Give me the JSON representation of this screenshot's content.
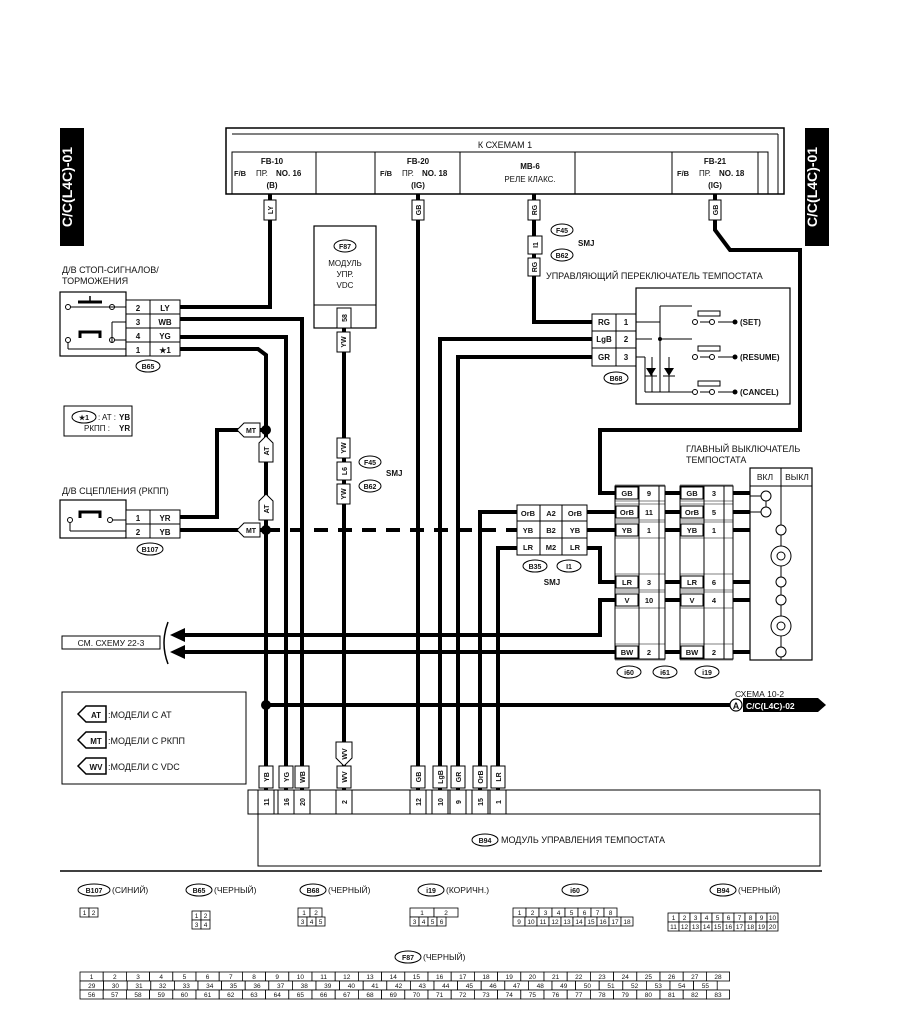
{
  "side_label_left": "C/C(L4C)-01",
  "side_label_right": "C/C(L4C)-01",
  "top_bar": {
    "title": "К СХЕМАМ 1",
    "fuses": [
      {
        "a": "F/B",
        "b": "FB-10",
        "c": "ПР.",
        "d": "NO. 16",
        "e": "(B)"
      },
      {
        "a": "F/B",
        "b": "FB-20",
        "c": "ПР.",
        "d": "NO. 18",
        "e": "(IG)"
      },
      {
        "b": "MB-6",
        "c": "РЕЛЕ КЛАКС.",
        "e": ""
      },
      {
        "a": "F/B",
        "b": "FB-21",
        "c": "ПР.",
        "d": "NO. 18",
        "e": "(IG)"
      }
    ]
  },
  "wire_tags": {
    "ly": "LY",
    "gb1": "GB",
    "rg": "RG",
    "gb2": "GB",
    "yw": "YW",
    "l6": "L6",
    "rg2": "RG",
    "i11": "I1"
  },
  "smj": {
    "f45_top": "F45",
    "b62_top": "B62",
    "smj_top": "SMJ",
    "f45_mid": "F45",
    "b62_mid": "B62",
    "smj_mid": "SMJ",
    "b35": "B35",
    "i1": "I1",
    "smj_low": "SMJ"
  },
  "vdc": {
    "code": "F87",
    "l1": "МОДУЛЬ",
    "l2": "УПР.",
    "l3": "VDC",
    "pin": "58"
  },
  "stop_switch": {
    "title1": "Д/В СТОП-СИГНАЛОВ/",
    "title2": "ТОРМОЖЕНИЯ",
    "code": "B65",
    "pins": [
      {
        "n": "2",
        "w": "LY"
      },
      {
        "n": "3",
        "w": "WB"
      },
      {
        "n": "4",
        "w": "YG"
      },
      {
        "n": "1",
        "w": "★1"
      }
    ]
  },
  "note": {
    "ref": "★1",
    "l1": ": AT :",
    "v1": "YB",
    "l2": "РКПП :",
    "v2": "YR"
  },
  "clutch_switch": {
    "title": "Д/В СЦЕПЛЕНИЯ (РКПП)",
    "code": "B107",
    "pins": [
      {
        "n": "1",
        "w": "YR"
      },
      {
        "n": "2",
        "w": "YB"
      }
    ]
  },
  "tags": {
    "mt1": "MT",
    "at1": "AT",
    "at2": "AT",
    "mt2": "MT",
    "wv": "WV"
  },
  "control_switch": {
    "title": "УПРАВЛЯЮЩИЙ ПЕРЕКЛЮЧАТЕЛЬ ТЕМПОСТАТА",
    "code": "B68",
    "pins": [
      {
        "w": "RG",
        "n": "1"
      },
      {
        "w": "LgB",
        "n": "2"
      },
      {
        "w": "GR",
        "n": "3"
      }
    ],
    "set": "(SET)",
    "resume": "(RESUME)",
    "cancel": "(CANCEL)"
  },
  "main_switch": {
    "title1": "ГЛАВНЫЙ ВЫКЛЮЧАТЕЛЬ",
    "title2": "ТЕМПОСТАТА",
    "on": "ВКЛ",
    "off": "ВЫКЛ",
    "left_pins": [
      {
        "w": "GB",
        "n": "9"
      },
      {
        "w": "OrB",
        "n": "11"
      },
      {
        "w": "YB",
        "n": "1"
      },
      {
        "w": "LR",
        "n": "3"
      },
      {
        "w": "V",
        "n": "10"
      },
      {
        "w": "BW",
        "n": "2"
      }
    ],
    "right_pins": [
      {
        "w": "GB",
        "n": "3"
      },
      {
        "w": "OrB",
        "n": "5"
      },
      {
        "w": "YB",
        "n": "1"
      },
      {
        "w": "LR",
        "n": "6"
      },
      {
        "w": "V",
        "n": "4"
      },
      {
        "w": "BW",
        "n": "2"
      }
    ],
    "codes": [
      "i60",
      "i61",
      "i19"
    ]
  },
  "smj_box": {
    "rows": [
      {
        "l": "OrB",
        "p": "A2",
        "r": "OrB"
      },
      {
        "l": "YB",
        "p": "B2",
        "r": "YB"
      },
      {
        "l": "LR",
        "p": "M2",
        "r": "LR"
      }
    ]
  },
  "see_scheme": "СМ. СХЕМУ 22-3",
  "scheme_ref": {
    "l1": "СХЕМА 10-2",
    "marker": "A",
    "l2": "C/C(L4C)-02"
  },
  "legend": [
    {
      "tag": "AT",
      "text": ":МОДЕЛИ С AT"
    },
    {
      "tag": "MT",
      "text": ":МОДЕЛИ С РКПП"
    },
    {
      "tag": "WV",
      "text": ":МОДЕЛИ С VDC"
    }
  ],
  "module": {
    "code": "B94",
    "name": "МОДУЛЬ УПРАВЛЕНИЯ ТЕМПОСТАТА",
    "pins": [
      {
        "w": "YB",
        "n": "11"
      },
      {
        "w": "YG",
        "n": "16"
      },
      {
        "w": "WB",
        "n": "20"
      },
      {
        "w": "WV",
        "n": "2"
      },
      {
        "w": "GB",
        "n": "12"
      },
      {
        "w": "LgB",
        "n": "10"
      },
      {
        "w": "GR",
        "n": "9"
      },
      {
        "w": "OrB",
        "n": "15"
      },
      {
        "w": "LR",
        "n": "1"
      }
    ]
  },
  "connectors": {
    "b107": {
      "code": "B107",
      "desc": "(СИНИЙ)",
      "r1": [
        "1",
        "2"
      ]
    },
    "b65": {
      "code": "B65",
      "desc": "(ЧЕРНЫЙ)",
      "r1": [
        "1",
        "2"
      ],
      "r2": [
        "3",
        "4"
      ]
    },
    "b68": {
      "code": "B68",
      "desc": "(ЧЕРНЫЙ)",
      "r1": [
        "1",
        "2"
      ],
      "r2": [
        "3",
        "4",
        "5"
      ]
    },
    "i19": {
      "code": "i19",
      "desc": "(КОРИЧН.)",
      "r1": [
        "1",
        "2"
      ],
      "r2": [
        "3",
        "4",
        "5",
        "6"
      ]
    },
    "i60": {
      "code": "i60",
      "desc": "",
      "r1": [
        "1",
        "2",
        "3",
        "4",
        "5",
        "6",
        "7",
        "8"
      ],
      "r2": [
        "9",
        "10",
        "11",
        "12",
        "13",
        "14",
        "15",
        "16",
        "17",
        "18"
      ]
    },
    "b94": {
      "code": "B94",
      "desc": "(ЧЕРНЫЙ)",
      "r1": [
        "1",
        "2",
        "3",
        "4",
        "5",
        "6",
        "7",
        "8",
        "9",
        "10"
      ],
      "r2": [
        "11",
        "12",
        "13",
        "14",
        "15",
        "16",
        "17",
        "18",
        "19",
        "20"
      ]
    },
    "f87": {
      "code": "F87",
      "desc": "(ЧЕРНЫЙ)",
      "r1": [
        "1",
        "2",
        "3",
        "4",
        "5",
        "6",
        "7",
        "8",
        "9",
        "10",
        "11",
        "12",
        "13",
        "14",
        "15",
        "16",
        "17",
        "18",
        "19",
        "20",
        "21",
        "22",
        "23",
        "24",
        "25",
        "26",
        "27",
        "28"
      ],
      "r2": [
        "29",
        "30",
        "31",
        "32",
        "33",
        "34",
        "35",
        "36",
        "37",
        "38",
        "39",
        "40",
        "41",
        "42",
        "43",
        "44",
        "45",
        "46",
        "47",
        "48",
        "49",
        "50",
        "51",
        "52",
        "53",
        "54",
        "55"
      ],
      "r3": [
        "56",
        "57",
        "58",
        "59",
        "60",
        "61",
        "62",
        "63",
        "64",
        "65",
        "66",
        "67",
        "68",
        "69",
        "70",
        "71",
        "72",
        "73",
        "74",
        "75",
        "76",
        "77",
        "78",
        "79",
        "80",
        "81",
        "82",
        "83"
      ]
    }
  }
}
